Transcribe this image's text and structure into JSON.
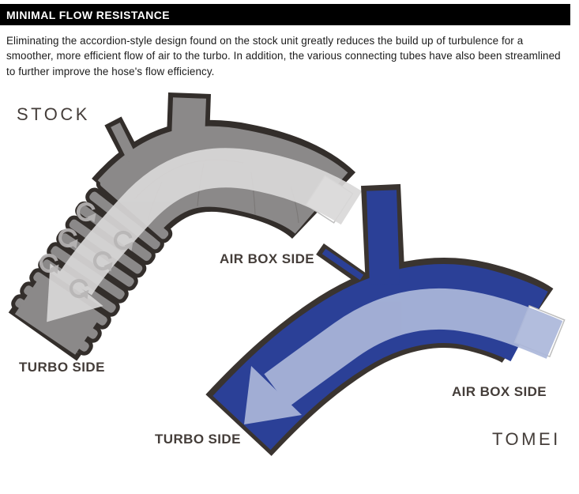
{
  "page": {
    "title_bar": {
      "label": "MINIMAL FLOW RESISTANCE"
    },
    "description": "Eliminating the accordion-style design found on the stock unit greatly reduces the build up of turbulence for a smoother, more efficient flow of air to the turbo. In addition, the various connecting tubes have also been streamlined to further improve the hose's flow efficiency."
  },
  "diagram": {
    "stock": {
      "label": "STOCK",
      "airbox": "AIR BOX SIDE",
      "turbo": "TURBO SIDE"
    },
    "tomei": {
      "label": "TOMEI",
      "airbox": "AIR BOX SIDE",
      "turbo": "TURBO SIDE"
    }
  },
  "colors": {
    "title-bg": "#000000",
    "title-fg": "#ffffff",
    "text-color": "#1b1b1b",
    "label-color": "#443d39",
    "stock-outline": "#332e2b",
    "stock-body": "#8b8989",
    "stock-flow": "#d9d8d8",
    "stock-swirl": "#b8b6b6",
    "tomei-outline": "#3a3430",
    "tomei-body": "#2b4097",
    "tomei-flow": "#abb7da",
    "box-stroke": "#bdbdbd"
  }
}
